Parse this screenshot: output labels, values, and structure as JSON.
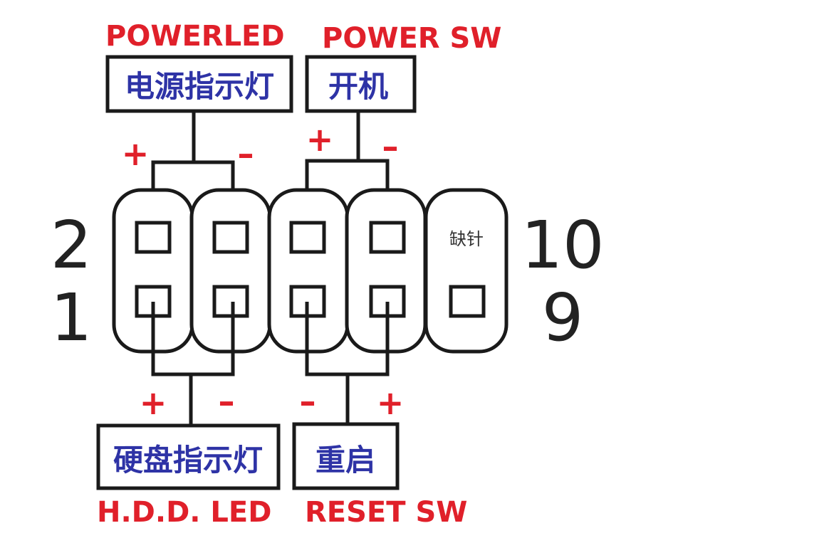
{
  "colors": {
    "label_red": "#e0202a",
    "label_blue": "#2e33a6",
    "line": "#1a1a1a",
    "sign_red": "#e0202a"
  },
  "groups": {
    "power_led": {
      "name": "POWERLED",
      "cn": "电源指示灯",
      "plus": "+",
      "minus": "–"
    },
    "power_sw": {
      "name": "POWER SW",
      "cn": "开机",
      "plus": "+",
      "minus": "–"
    },
    "hdd_led": {
      "name": "H.D.D. LED",
      "cn": "硬盘指示灯",
      "plus": "+",
      "minus": "–"
    },
    "reset_sw": {
      "name": "RESET SW",
      "cn": "重启",
      "plus": "+",
      "minus": "–"
    }
  },
  "pin_numbers": {
    "top_left": "2",
    "bottom_left": "1",
    "top_right": "10",
    "bottom_right": "9"
  },
  "missing_pin_label": "缺针"
}
